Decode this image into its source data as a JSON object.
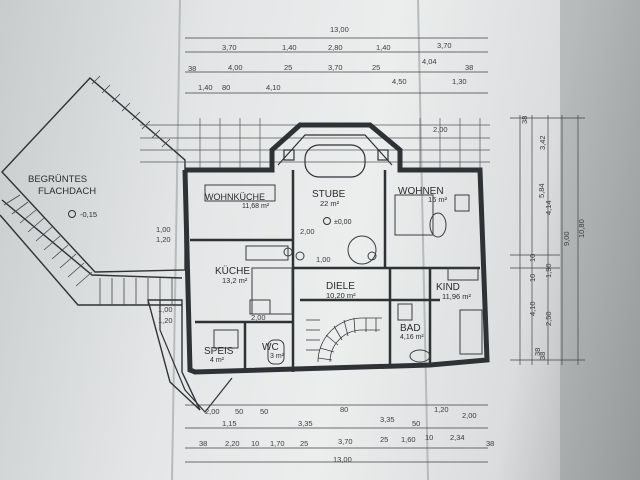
{
  "colors": {
    "line": "#2f3235",
    "paper": "#e6e8e9",
    "shadow": "#8d9091"
  },
  "plan": {
    "terrace_label_1": "BEGRÜNTES",
    "terrace_label_2": "FLACHDACH",
    "terrace_level": "-0,15",
    "level_main": "±0,00"
  },
  "rooms": {
    "wohnkueche": {
      "name": "WOHNKÜCHE",
      "area": "11,68 m²"
    },
    "stube": {
      "name": "STUBE",
      "area": "22 m²"
    },
    "wohnen": {
      "name": "WOHNEN",
      "area": "16 m²"
    },
    "kueche": {
      "name": "KÜCHE",
      "area": "13,2 m²"
    },
    "diele": {
      "name": "DIELE",
      "area": "10,20 m²"
    },
    "kind": {
      "name": "KIND",
      "area": "11,96 m²"
    },
    "speis": {
      "name": "SPEIS",
      "area": "4 m²"
    },
    "wc": {
      "name": "WC",
      "area": "3 m²"
    },
    "bad": {
      "name": "BAD",
      "area": "4,16 m²"
    }
  },
  "dimensions": {
    "top_total": "13,00",
    "top_row1": [
      "3,70",
      "1,40",
      "2,80",
      "1,40",
      "3,70"
    ],
    "top_row2": [
      "38",
      "4,00",
      "25",
      "3,70",
      "25",
      "4,04",
      "38"
    ],
    "top_row3": [
      "1,40",
      "80",
      "4,10",
      "4,50",
      "1,30"
    ],
    "bottom_row1": [
      "2,00",
      "50",
      "50",
      "80",
      "1,20",
      "2,00"
    ],
    "bottom_row2": [
      "1,15",
      "3,35",
      "3,35",
      "50"
    ],
    "bottom_row3": [
      "38",
      "2,20",
      "10",
      "1,70",
      "25",
      "3,70",
      "25",
      "1,60",
      "10",
      "2,34",
      "38"
    ],
    "bottom_total": "13,00",
    "right_col1": [
      "38",
      "3,42",
      "38"
    ],
    "right_col2": [
      "5,84",
      "4,14",
      "10",
      "1,90",
      "10",
      "4,10",
      "2,50",
      "38"
    ],
    "right_total_a": "9,00",
    "right_total_b": "10,80",
    "misc": [
      "1,00",
      "1,20",
      "1,00",
      "1,20",
      "2,00",
      "2,00",
      "1,00",
      "2,00"
    ]
  }
}
